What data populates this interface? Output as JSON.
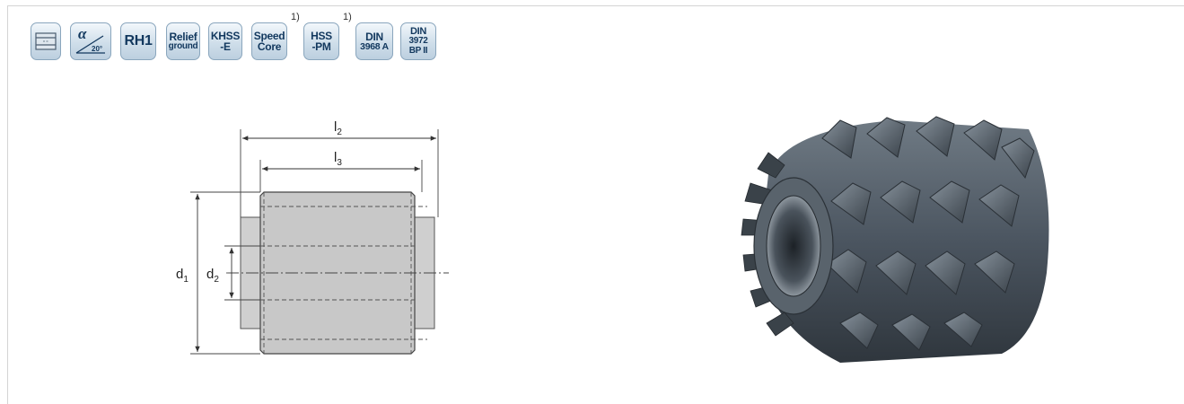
{
  "badges": [
    {
      "id": "hob-profile",
      "label": "",
      "icon": "hob-profile-icon"
    },
    {
      "id": "pressure-angle",
      "label": "α",
      "sub": "20°",
      "icon": "pressure-angle-icon"
    },
    {
      "id": "rh1",
      "label": "RH1"
    },
    {
      "id": "relief-ground",
      "lines": [
        "Relief",
        "ground"
      ]
    },
    {
      "id": "khss-e",
      "lines": [
        "KHSS",
        "-E"
      ]
    },
    {
      "id": "speed-core",
      "lines": [
        "Speed",
        "Core"
      ],
      "footnote": "1)"
    },
    {
      "id": "hss-pm",
      "lines": [
        "HSS",
        "-PM"
      ],
      "footnote": "1)"
    },
    {
      "id": "din-3968a",
      "lines": [
        "DIN",
        "3968 A"
      ]
    },
    {
      "id": "din-3972",
      "lines": [
        "DIN",
        "3972",
        "BP II"
      ]
    }
  ],
  "drawing": {
    "labels": {
      "l2": "l2",
      "l3": "l3",
      "d1": "d1",
      "d2": "d2"
    }
  },
  "colors": {
    "badge_text": "#12385e",
    "badge_border": "#8aa6bd",
    "part_fill": "#c8c8c8",
    "hob_steel": "#5c6670"
  }
}
